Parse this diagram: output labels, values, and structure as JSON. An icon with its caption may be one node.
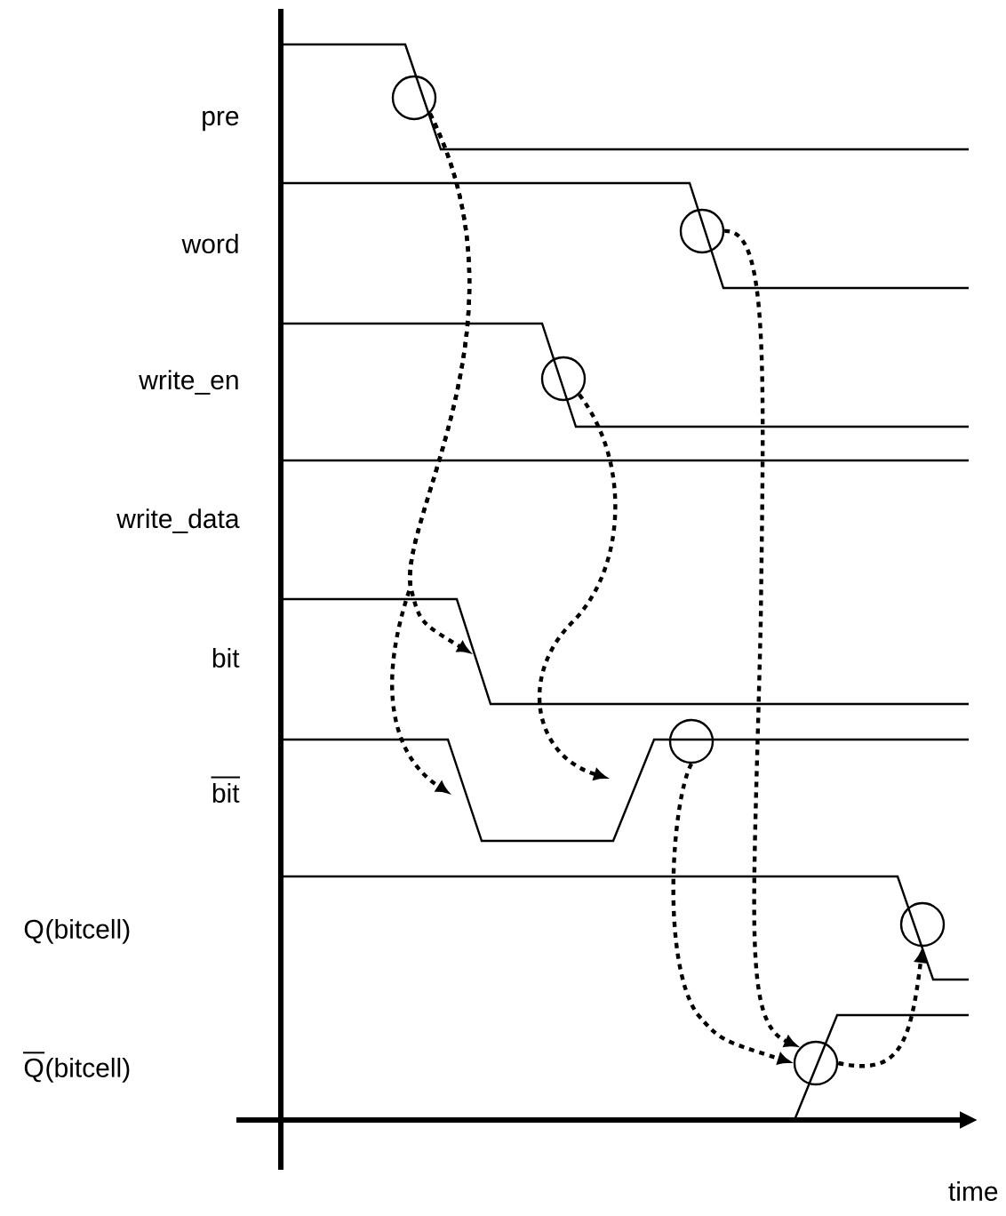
{
  "diagram": {
    "nodes": [
      {
        "text": [],
        "shape": "circle"
      },
      {
        "text": [],
        "shape": "circle"
      },
      {
        "text": [],
        "shape": "circle"
      },
      {
        "text": [],
        "shape": "circle"
      },
      {
        "text": [],
        "shape": "circle"
      },
      {
        "text": [],
        "shape": "circle"
      }
    ],
    "edges": [
      {
        "from": 0,
        "to": null,
        "arrow": "to"
      },
      {
        "from": 0,
        "to": null,
        "arrow": "to"
      },
      {
        "from": 2,
        "to": null,
        "arrow": "to"
      },
      {
        "from": 3,
        "to": 5,
        "arrow": "to"
      },
      {
        "from": 1,
        "to": 5,
        "arrow": "to"
      },
      {
        "from": 5,
        "to": 4,
        "arrow": "to"
      }
    ],
    "labels": [
      "pre",
      "word",
      "write_en",
      "write_data",
      "bit",
      "bit",
      "Q",
      "(bitcell)",
      "Q",
      "(bitcell)",
      "time"
    ]
  }
}
